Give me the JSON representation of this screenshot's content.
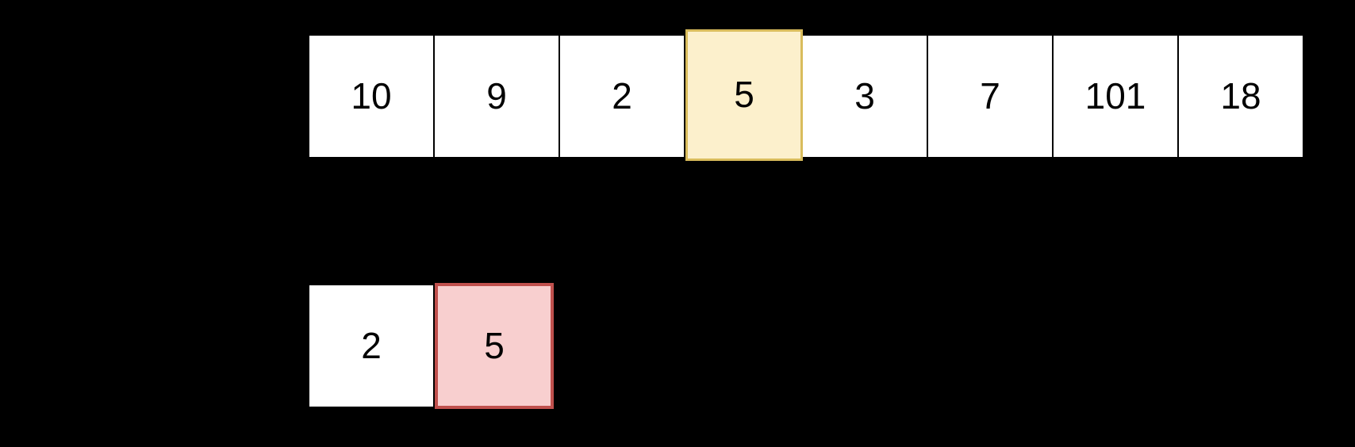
{
  "background_color": "#000000",
  "visualization": {
    "kind": "array-algorithm-visualization",
    "arrays": [
      {
        "name": "main-array",
        "cells": [
          {
            "value": "10",
            "highlight": "none"
          },
          {
            "value": "9",
            "highlight": "none"
          },
          {
            "value": "2",
            "highlight": "none"
          },
          {
            "value": "5",
            "highlight": "gold"
          },
          {
            "value": "3",
            "highlight": "none"
          },
          {
            "value": "7",
            "highlight": "none"
          },
          {
            "value": "101",
            "highlight": "none"
          },
          {
            "value": "18",
            "highlight": "none"
          }
        ]
      },
      {
        "name": "output-array",
        "cells": [
          {
            "value": "2",
            "highlight": "none"
          },
          {
            "value": "5",
            "highlight": "pink"
          }
        ]
      }
    ]
  },
  "colors": {
    "background": "#000000",
    "cell_fill": "#FFFFFF",
    "cell_border": "#000000",
    "cell_text": "#000000",
    "highlight_gold_fill": "#FCF0CC",
    "highlight_gold_border": "#D9BC5C",
    "highlight_pink_fill": "#F8CFCF",
    "highlight_pink_border": "#C0504D"
  }
}
